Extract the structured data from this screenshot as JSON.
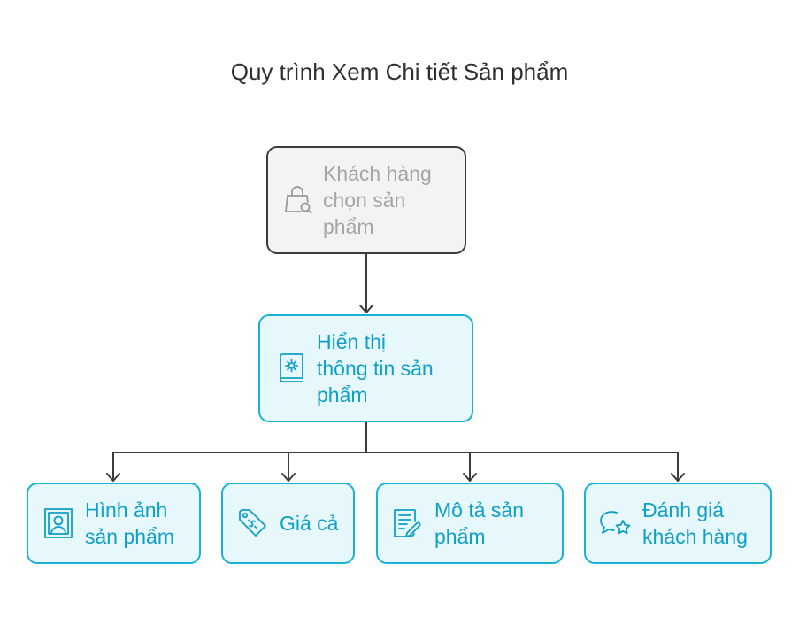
{
  "diagram": {
    "title": "Quy trình Xem Chi tiết Sản phẩm",
    "root": {
      "label_lines": [
        "Khách hàng",
        "chọn sản",
        "phẩm"
      ],
      "icon": "shopping-bag-search-icon"
    },
    "middle": {
      "label_lines": [
        "Hiển thị",
        "thông tin sản",
        "phẩm"
      ],
      "icon": "book-gear-icon"
    },
    "children": [
      {
        "label_lines": [
          "Hình ảnh",
          "sản phẩm"
        ],
        "icon": "portrait-frame-icon"
      },
      {
        "label_lines": [
          "Giá cả"
        ],
        "icon": "price-tag-icon"
      },
      {
        "label_lines": [
          "Mô tả sản",
          "phẩm"
        ],
        "icon": "document-pen-icon"
      },
      {
        "label_lines": [
          "Đánh giá",
          "khách hàng"
        ],
        "icon": "speech-bubble-star-icon"
      }
    ],
    "colors": {
      "root_fill": "#f3f3f3",
      "root_border": "#3c3c3c",
      "root_text": "#a5a5a5",
      "node_fill": "#e6f8fc",
      "node_border": "#1ab1d9",
      "node_text": "#0f9fc7",
      "connector": "#3c3c3c"
    }
  }
}
